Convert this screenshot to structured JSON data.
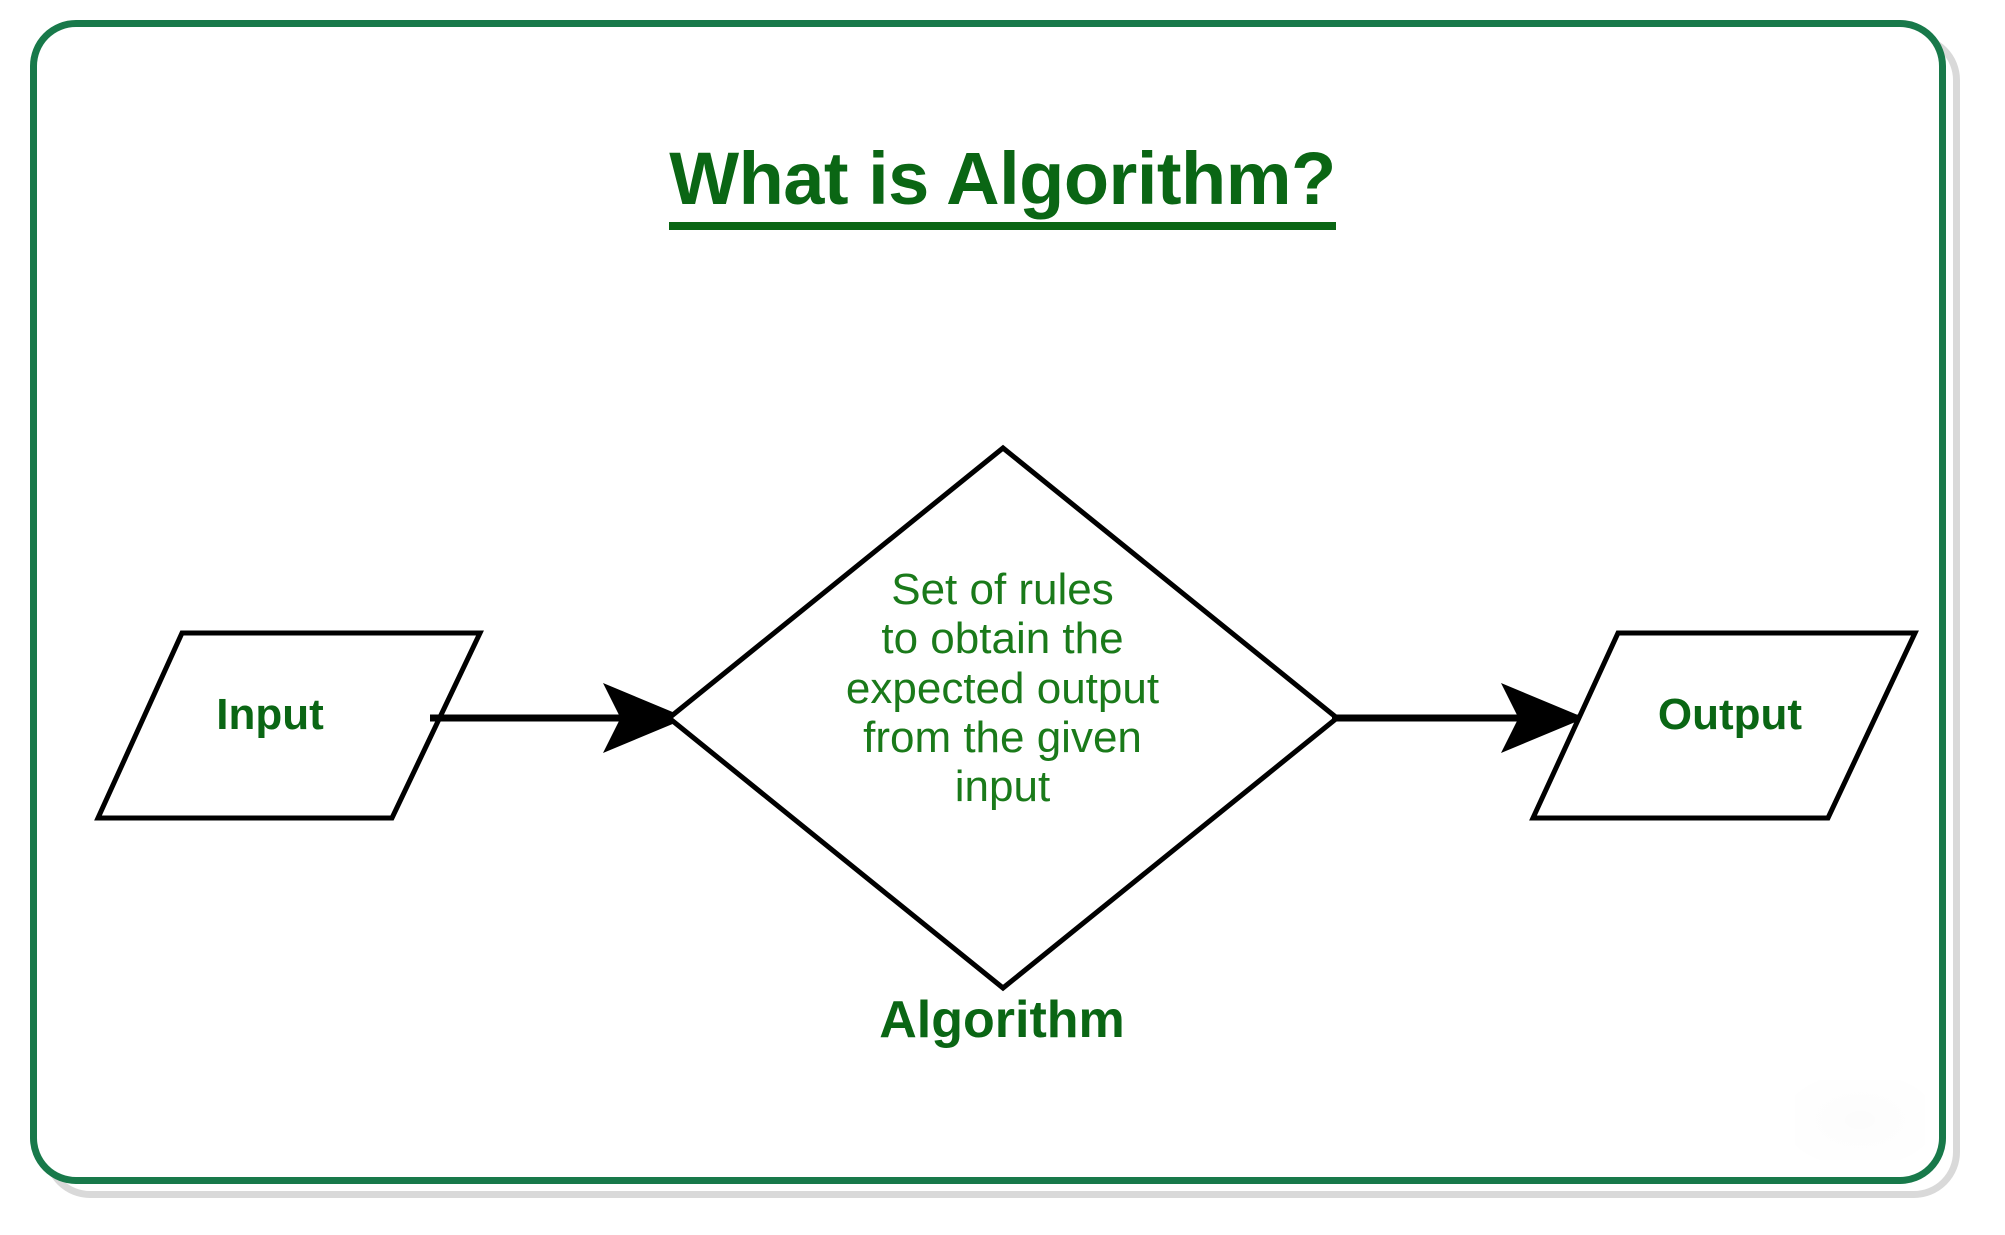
{
  "slide": {
    "title": "What is Algorithm?",
    "background_color": "#ffffff",
    "frame_color": "#18794a",
    "frame_shadow_color": "#d9d9d9",
    "accent_green": "#0a6614",
    "body_green": "#1a7a1a",
    "stroke_color": "#000000"
  },
  "diagram": {
    "type": "flowchart",
    "nodes": [
      {
        "id": "input",
        "shape": "parallelogram",
        "label": "Input"
      },
      {
        "id": "algorithm",
        "shape": "diamond",
        "caption": "Algorithm",
        "lines": [
          "Set of rules",
          "to obtain the",
          "expected output",
          "from the given",
          "input"
        ]
      },
      {
        "id": "output",
        "shape": "parallelogram",
        "label": "Output"
      }
    ],
    "edges": [
      {
        "from": "input",
        "to": "algorithm",
        "style": "solid-arrow"
      },
      {
        "from": "algorithm",
        "to": "output",
        "style": "solid-arrow"
      }
    ]
  }
}
